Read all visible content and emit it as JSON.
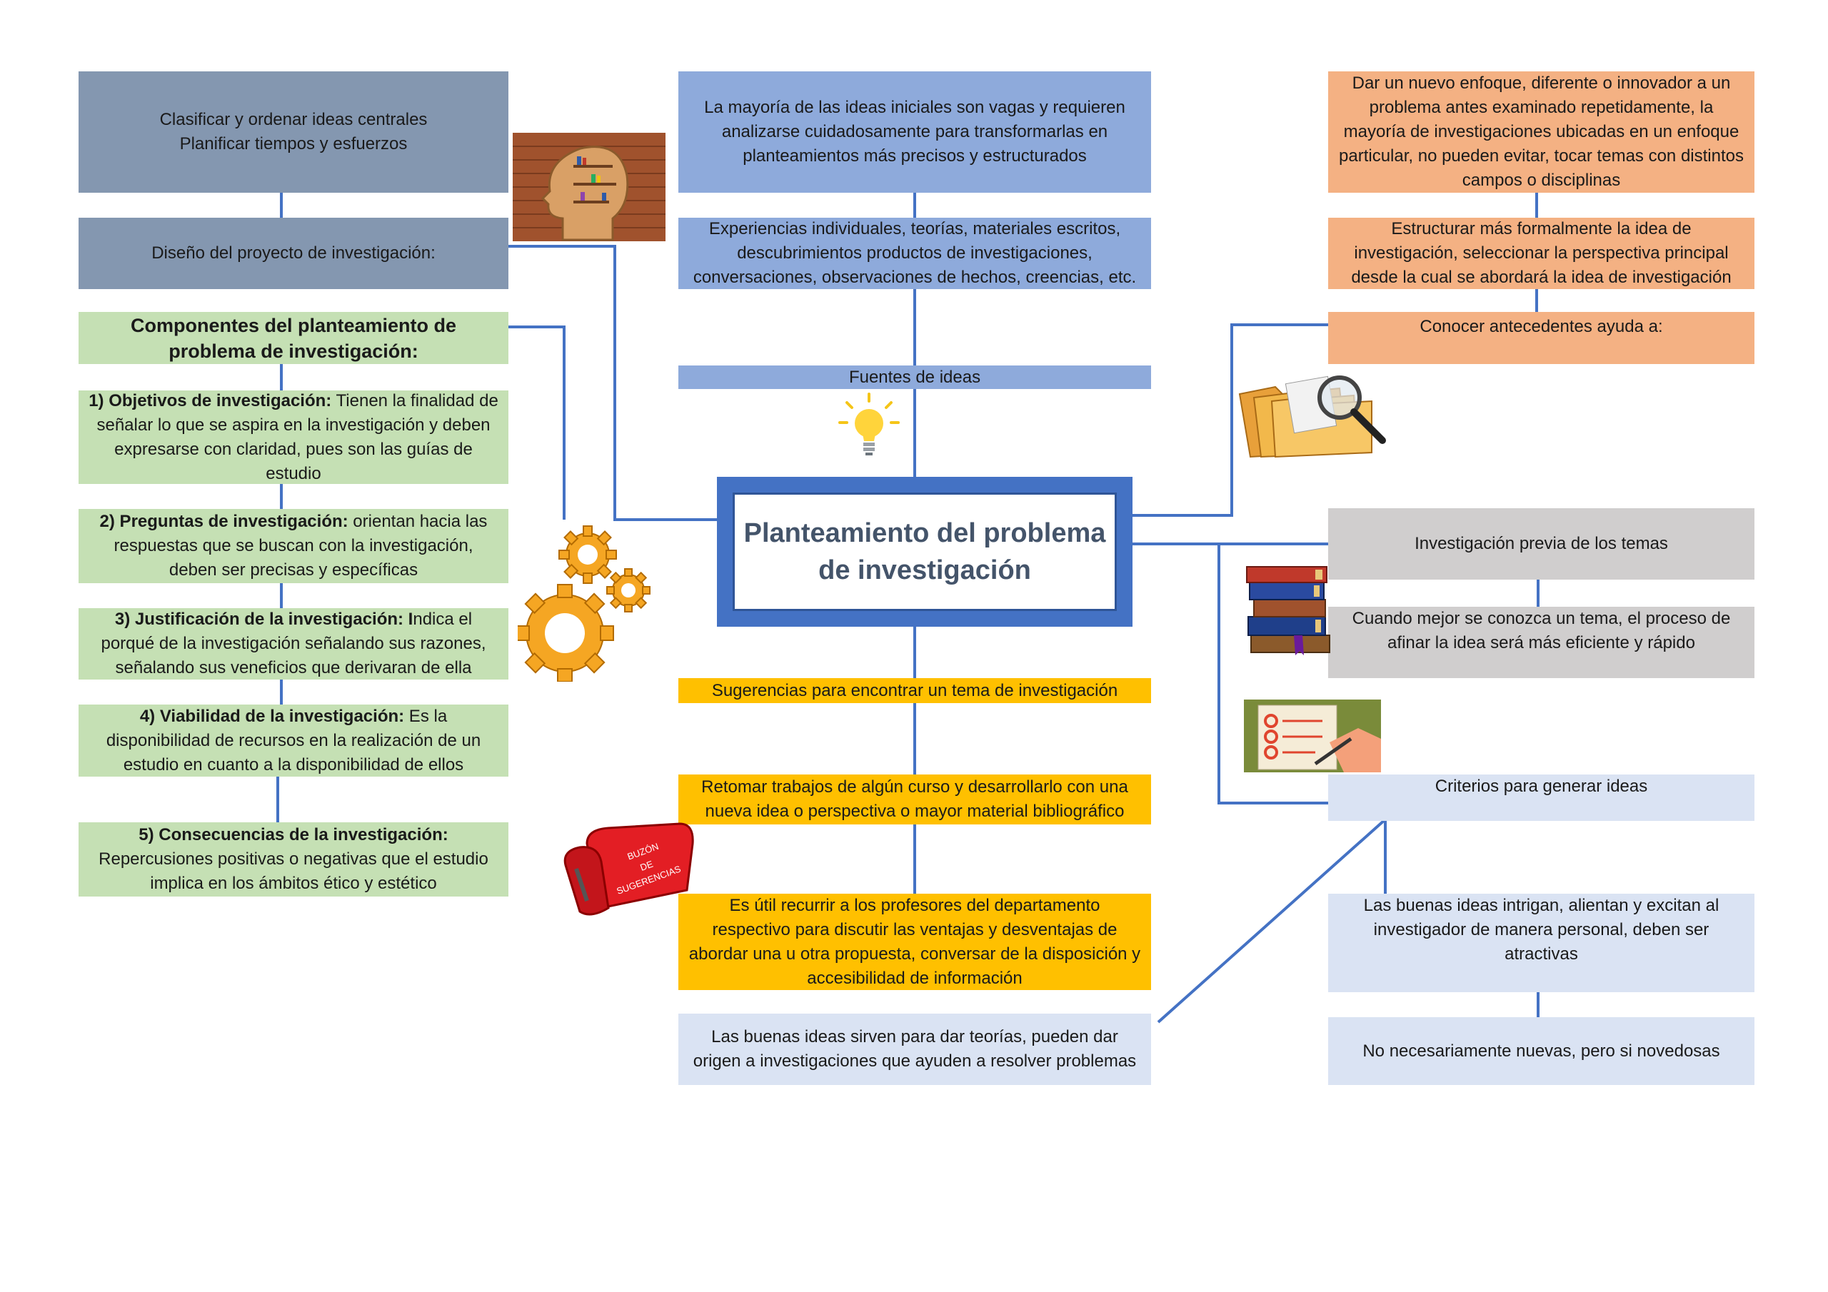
{
  "central": {
    "title": "Planteamiento del problema de investigación"
  },
  "left": {
    "design_goals": [
      "Clasificar y ordenar ideas centrales",
      "Planificar tiempos y esfuerzos"
    ],
    "design_project": "Diseño del proyecto de investigación:",
    "components_title": "Componentes del planteamiento de problema de investigación:",
    "components": [
      {
        "bold": "1) Objetivos de investigación:",
        "text": " Tienen la finalidad de señalar lo que se aspira en la investigación y deben expresarse con claridad, pues son las guías de estudio"
      },
      {
        "bold": "2) Preguntas de investigación:",
        "text": " orientan hacia las respuestas que se buscan con la investigación, deben ser precisas y específicas"
      },
      {
        "bold": "3) Justificación de la investigación: I",
        "text": "ndica el porqué de la investigación señalando sus razones, señalando sus veneficios que derivaran de ella"
      },
      {
        "bold": "4) Viabilidad de la investigación:",
        "text": " Es la disponibilidad de recursos en la realización de un estudio en cuanto a la disponibilidad de ellos"
      },
      {
        "bold": "5) Consecuencias de la investigación:",
        "text": " Repercusiones positivas o negativas que el estudio implica en los ámbitos ético y estético"
      }
    ]
  },
  "center": {
    "vague_ideas": "La mayoría de las ideas iniciales son vagas y requieren analizarse cuidadosamente para transformarlas en planteamientos más precisos y estructurados",
    "sources_list": "Experiencias individuales, teorías, materiales escritos, descubrimientos productos de investigaciones, conversaciones, observaciones de hechos, creencias, etc.",
    "sources_title": "Fuentes de ideas",
    "suggestions_title": "Sugerencias para encontrar un tema de investigación",
    "suggestion_1": "Retomar trabajos de algún curso y desarrollarlo con una nueva idea o perspectiva o mayor material bibliográfico",
    "suggestion_2": "Es útil recurrir a los profesores del departamento respectivo para discutir las ventajas y desventajas de abordar una u otra propuesta, conversar de la disposición y accesibilidad de información",
    "good_ideas_theories": "Las buenas ideas sirven para dar teorías, pueden dar origen a investigaciones que ayuden a resolver problemas"
  },
  "right": {
    "new_focus": "Dar un nuevo enfoque, diferente o innovador a un problema antes examinado repetidamente, la mayoría de investigaciones ubicadas en un enfoque particular, no pueden evitar, tocar temas con distintos campos o disciplinas",
    "structure": "Estructurar más formalmente la idea de investigación, seleccionar la perspectiva principal desde la cual se abordará la idea de investigación",
    "antecedents": "Conocer antecedentes ayuda a:",
    "prior_research": "Investigación previa de los temas",
    "know_topic": "Cuando mejor se conozca un tema, el proceso de afinar la idea será más eficiente y rápido",
    "criteria": "Criterios para generar ideas",
    "good_ideas_intrigue": "Las buenas ideas intrigan, alientan y excitan al investigador de manera personal, deben ser atractivas",
    "not_new": "No necesariamente nuevas, pero si novedosas"
  },
  "images": {
    "head_bookshelf": "head-bookshelf-image",
    "lightbulb": "lightbulb-icon",
    "gears": "gears-icon",
    "mailbox": "mailbox-image",
    "mailbox_text": [
      "BUZÓN",
      "DE",
      "SUGERENCIAS"
    ],
    "folders": "folders-magnifier-image",
    "books": "books-image",
    "checklist": "checklist-image"
  },
  "colors": {
    "slate": "#8497b0",
    "blue": "#8eaadb",
    "orange": "#f4b183",
    "green": "#c5e0b4",
    "grey": "#d0cece",
    "lavender": "#dae3f3",
    "gold": "#ffc000",
    "connector": "#4472c4"
  }
}
